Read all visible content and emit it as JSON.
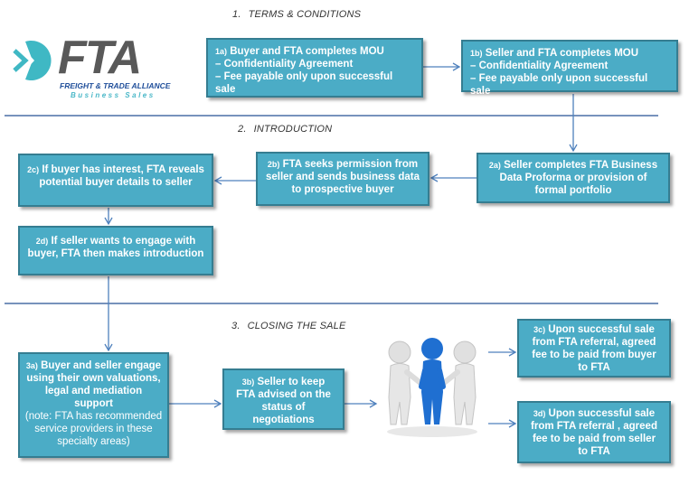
{
  "logo": {
    "name": "FTA",
    "tagline": "FREIGHT & TRADE ALLIANCE",
    "subtitle": "Business Sales"
  },
  "sections": [
    {
      "number": "1.",
      "title": "TERMS & CONDITIONS"
    },
    {
      "number": "2.",
      "title": "INTRODUCTION"
    },
    {
      "number": "3.",
      "title": "CLOSING THE SALE"
    }
  ],
  "steps": {
    "s1a": {
      "id": "1a)",
      "lines": [
        "Buyer and FTA completes MOU",
        "– Confidentiality Agreement",
        "– Fee payable only upon successful sale"
      ]
    },
    "s1b": {
      "id": "1b)",
      "lines": [
        "Seller and FTA completes MOU",
        "– Confidentiality Agreement",
        "– Fee payable only upon successful sale"
      ]
    },
    "s2a": {
      "id": "2a)",
      "text": "Seller completes FTA Business Data Proforma or provision of formal portfolio"
    },
    "s2b": {
      "id": "2b)",
      "text": "FTA seeks permission from seller and sends business data to prospective buyer"
    },
    "s2c": {
      "id": "2c)",
      "text": "If buyer has interest, FTA reveals potential buyer details to seller"
    },
    "s2d": {
      "id": "2d)",
      "text": "If seller wants to engage with buyer, FTA then makes introduction"
    },
    "s3a": {
      "id": "3a)",
      "text": "Buyer and seller engage using their own valuations, legal and mediation support",
      "note": "(note: FTA has recommended service providers in these specialty areas)"
    },
    "s3b": {
      "id": "3b)",
      "text": "Seller to keep FTA advised on the status of negotiations"
    },
    "s3c": {
      "id": "3c)",
      "text": "Upon successful sale from FTA referral, agreed fee to be paid from buyer to FTA"
    },
    "s3d": {
      "id": "3d)",
      "text": "Upon successful sale from FTA referral , agreed fee to be paid from seller to FTA"
    }
  },
  "image": {
    "description": "three figures joining hands"
  },
  "colors": {
    "box_fill": "#4bacc6",
    "box_border": "#357d91",
    "connector": "#4f81bd",
    "divider": "#4a6fa5",
    "logo_teal": "#3fb8c4",
    "logo_gray": "#595959",
    "logo_navy": "#1f4e9a"
  }
}
